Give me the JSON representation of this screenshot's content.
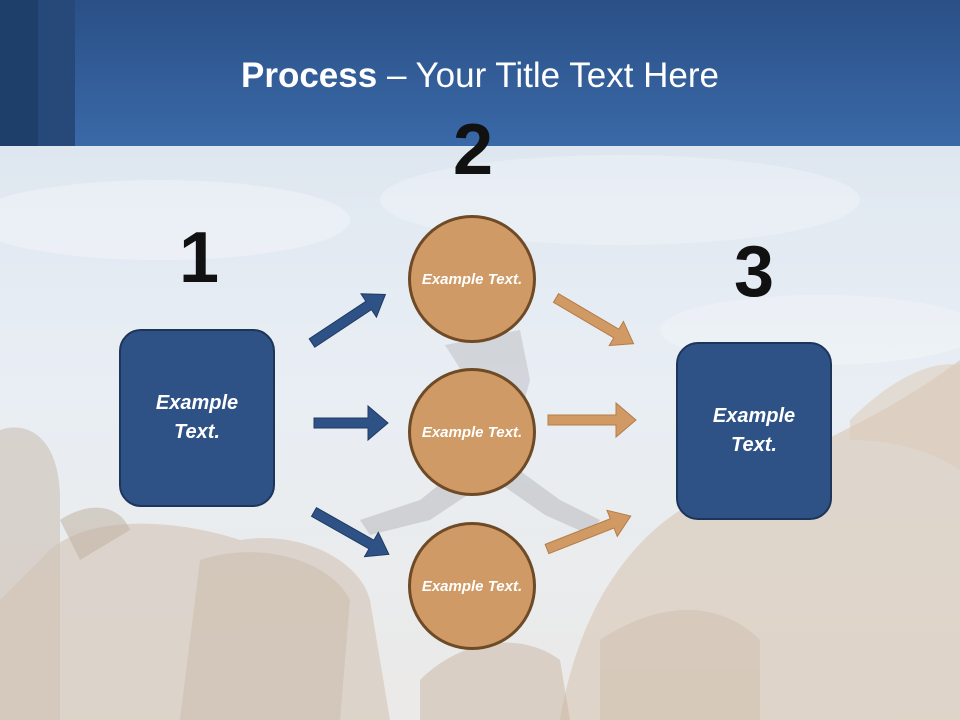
{
  "title": {
    "bold": "Process",
    "rest": " – Your Title Text Here"
  },
  "steps": {
    "one": "1",
    "two": "2",
    "three": "3"
  },
  "nodes": {
    "left_box": "Example Text.",
    "circle_top": "Example Text.",
    "circle_middle": "Example Text.",
    "circle_bottom": "Example Text.",
    "right_box": "Example Text."
  },
  "colors": {
    "header": "#2f5a95",
    "box_fill": "#2f5286",
    "circle_fill": "#cf9a66",
    "arrow_blue": "#2f5286",
    "arrow_orange": "#d19a65"
  }
}
